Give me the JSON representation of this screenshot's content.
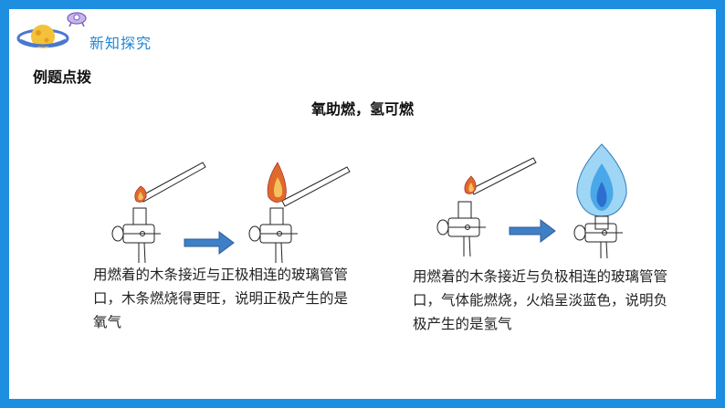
{
  "header": {
    "title": "新知探究"
  },
  "section": {
    "title": "例题点拨"
  },
  "main": {
    "title": "氧助燃，氢可燃"
  },
  "captions": {
    "left": "用燃着的木条接近与正极相连的玻璃管管口，木条燃烧得更旺，说明正极产生的是氧气",
    "right": "用燃着的木条接近与负极相连的玻璃管管口，气体能燃烧，火焰呈淡蓝色，说明负极产生的是氢气"
  },
  "colors": {
    "frame": "#1e8fe0",
    "arrow": "#3f7fc6",
    "flame_orange": "#e06a2a",
    "flame_blue": "#4aa8e8"
  },
  "icons": [
    "planet-icon",
    "rocket-icon",
    "match-icon",
    "arrow-right-icon",
    "gas-tube-icon"
  ]
}
